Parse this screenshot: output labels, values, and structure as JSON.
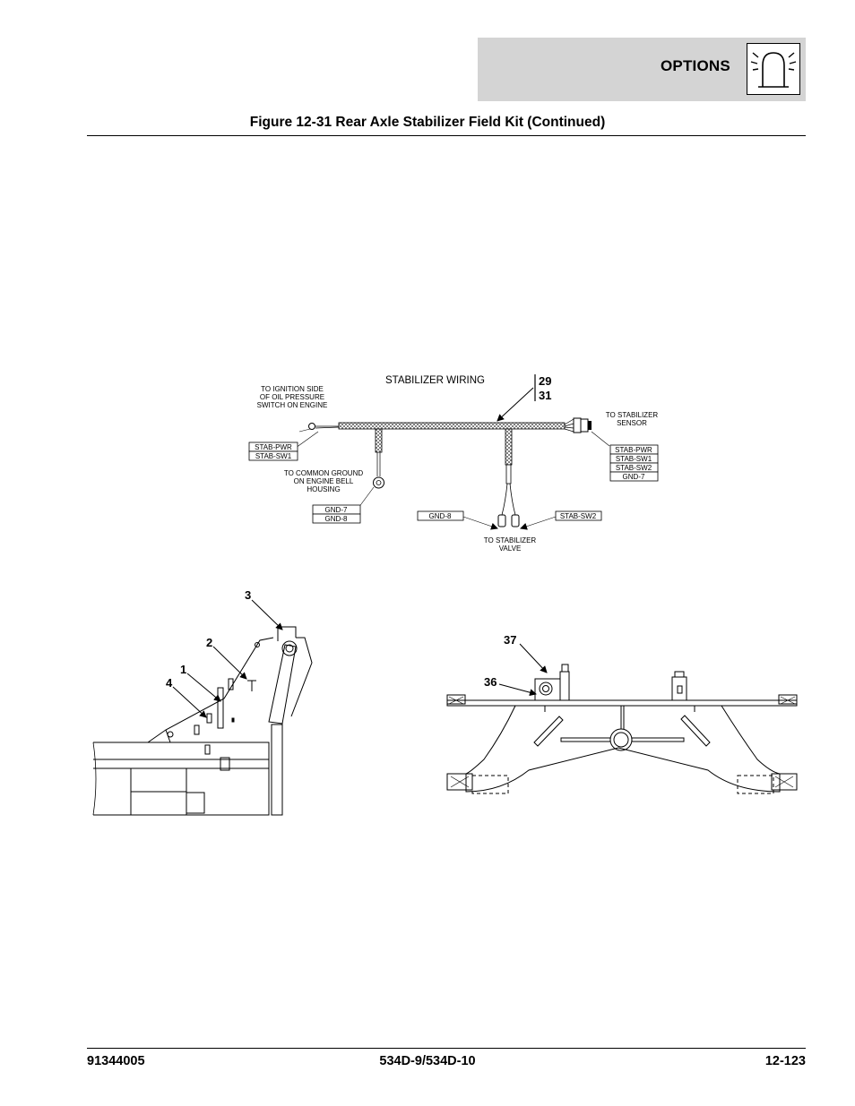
{
  "header": {
    "section": "OPTIONS",
    "icon": "beacon-light-icon"
  },
  "figure": {
    "title": "Figure 12-31 Rear Axle Stabilizer Field Kit (Continued)"
  },
  "wiring": {
    "title": "STABILIZER WIRING",
    "callouts": [
      "29",
      "31"
    ],
    "ignition_note": [
      "TO IGNITION SIDE",
      "OF OIL PRESSURE",
      "SWITCH ON ENGINE"
    ],
    "ground_note": [
      "TO COMMON GROUND",
      "ON ENGINE BELL",
      "HOUSING"
    ],
    "sensor_note": [
      "TO STABILIZER",
      "SENSOR"
    ],
    "valve_note": [
      "TO STABILIZER",
      "VALVE"
    ],
    "ignition_tags": [
      "STAB-PWR",
      "STAB-SW1"
    ],
    "ground_tags": [
      "GND-7",
      "GND-8"
    ],
    "sensor_tags": [
      "STAB-PWR",
      "STAB-SW1",
      "STAB-SW2",
      "GND-7"
    ],
    "valve_tag_left": "GND-8",
    "valve_tag_right": "STAB-SW2"
  },
  "left_view": {
    "callouts": [
      "3",
      "2",
      "1",
      "4"
    ]
  },
  "right_view": {
    "callouts": [
      "37",
      "36"
    ]
  },
  "footer": {
    "left": "91344005",
    "center": "534D-9/534D-10",
    "right": "12-123"
  }
}
